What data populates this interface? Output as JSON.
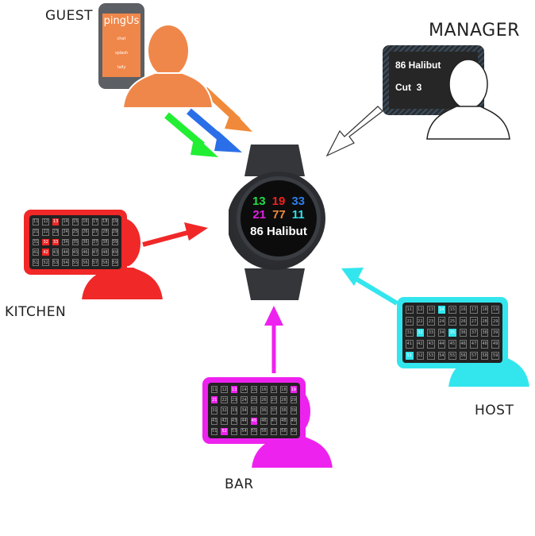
{
  "roles": {
    "guest": "GUEST",
    "manager": "MANAGER",
    "kitchen": "KITCHEN",
    "bar": "BAR",
    "host": "HOST"
  },
  "phone_app": {
    "brand": "pingUs",
    "items": [
      "chat",
      "splash",
      "tally"
    ]
  },
  "watch": {
    "numbers": [
      {
        "value": "13",
        "color": "#22dd44"
      },
      {
        "value": "19",
        "color": "#ee2222"
      },
      {
        "value": "33",
        "color": "#2f7fe8"
      },
      {
        "value": "21",
        "color": "#e020e0"
      },
      {
        "value": "77",
        "color": "#f08a3a"
      },
      {
        "value": "11",
        "color": "#30e0e8"
      }
    ],
    "message": "86 Halibut"
  },
  "manager_screen": {
    "line1": "86 Halibut",
    "line2": "Cut  3"
  },
  "table_grid": [
    [
      "11",
      "12",
      "13",
      "14",
      "15",
      "16",
      "17",
      "18",
      "19"
    ],
    [
      "21",
      "22",
      "23",
      "24",
      "25",
      "26",
      "27",
      "28",
      "29"
    ],
    [
      "31",
      "32",
      "33",
      "34",
      "35",
      "36",
      "37",
      "38",
      "39"
    ],
    [
      "41",
      "42",
      "43",
      "44",
      "45",
      "46",
      "47",
      "48",
      "49"
    ],
    [
      "51",
      "52",
      "53",
      "54",
      "55",
      "56",
      "57",
      "58",
      "59"
    ]
  ],
  "stations": {
    "kitchen": {
      "color": "#f02828",
      "highlighted": [
        "13",
        "32",
        "33",
        "42"
      ]
    },
    "bar": {
      "color": "#ee22ee",
      "highlighted": [
        "13",
        "19",
        "21",
        "45",
        "52"
      ]
    },
    "host": {
      "color": "#33e6ee",
      "highlighted": [
        "14",
        "32",
        "35",
        "51"
      ]
    }
  },
  "colors": {
    "guest": "#f0874a",
    "arrow_green": "#22ee33",
    "arrow_blue": "#2a6fe8"
  }
}
